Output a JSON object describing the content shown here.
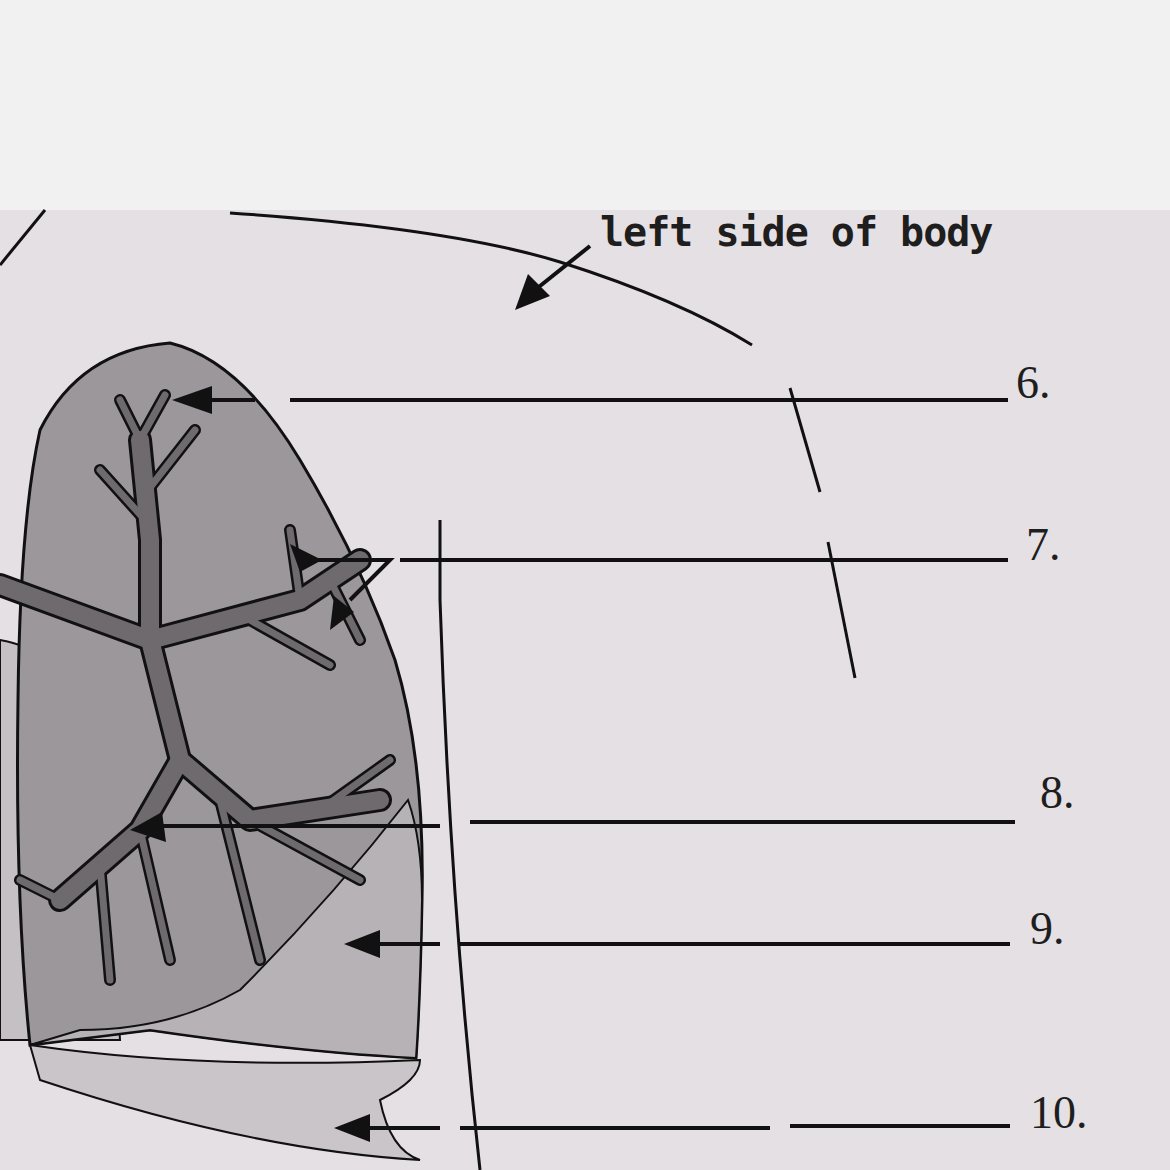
{
  "diagram": {
    "labels": [
      "left side of body",
      "6.",
      "7.",
      "8.",
      "9.",
      "10."
    ]
  }
}
